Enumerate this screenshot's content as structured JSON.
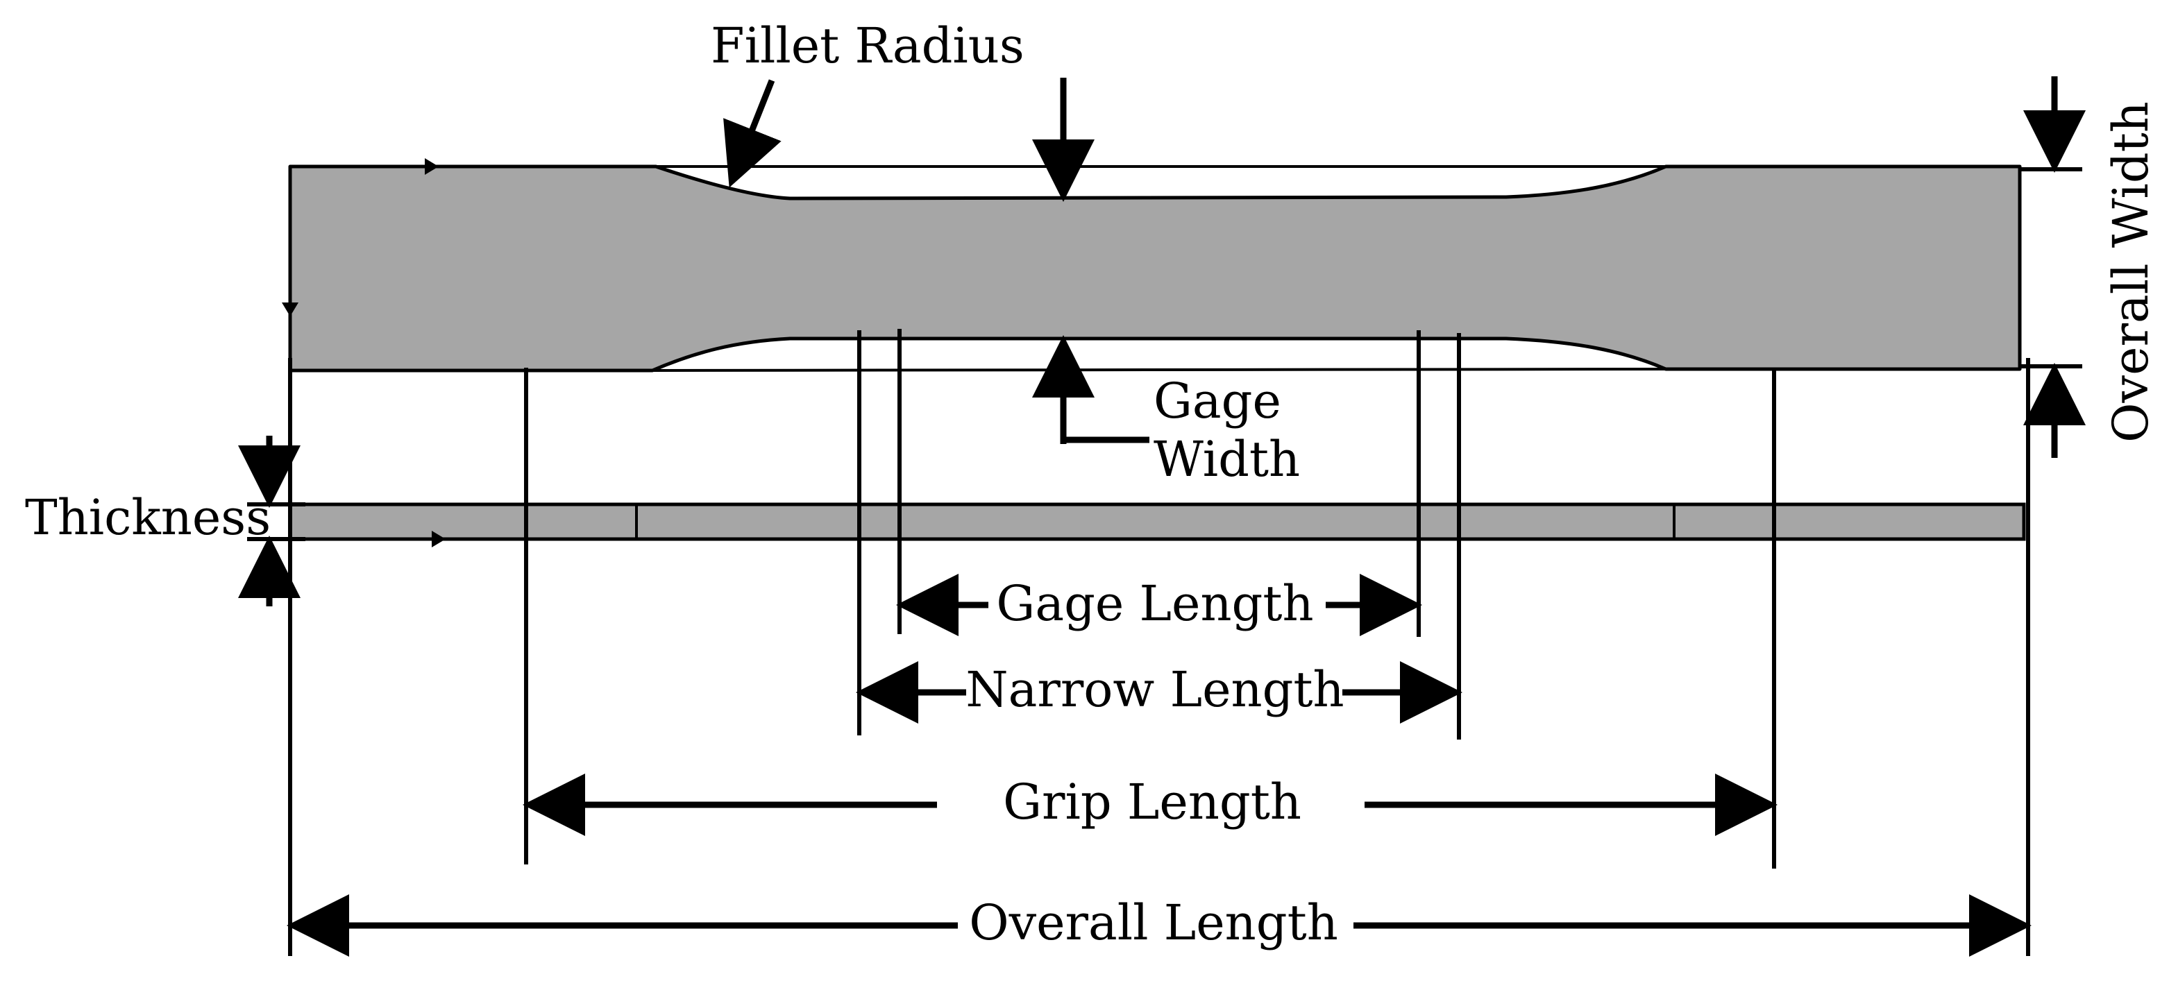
{
  "colors": {
    "specimen_fill": "#a6a6a6",
    "line": "#000000",
    "background": "#ffffff"
  },
  "labels": {
    "fillet_radius": "Fillet Radius",
    "overall_width": "Overall Width",
    "gage_width_line1": "Gage",
    "gage_width_line2": "Width",
    "thickness": "Thickness",
    "gage_length": "Gage Length",
    "narrow_length": "Narrow Length",
    "grip_length": "Grip Length",
    "overall_length": "Overall Length"
  }
}
